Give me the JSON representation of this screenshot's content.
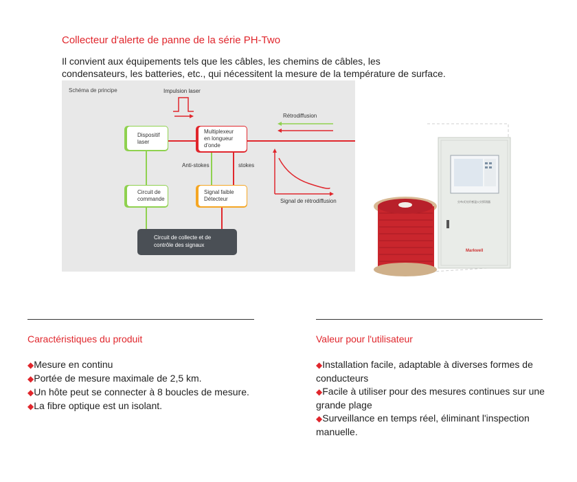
{
  "header": {
    "title": "Collecteur d'alerte de panne de la série PH-Two",
    "intro": "Il convient aux équipements tels que les câbles, les chemins de câbles, les condensateurs, les batteries, etc., qui nécessitent la mesure de la température de surface."
  },
  "diagram": {
    "caption": "Schéma de principe",
    "pulse_label": "Impulsion laser",
    "laser_line1": "Dispositif",
    "laser_line2": "laser",
    "mux_line1": "Multiplexeur",
    "mux_line2": "en longueur",
    "mux_line3": "d'onde",
    "anti_stokes": "Anti-stokes",
    "stokes": "stokes",
    "backscatter_label": "Rétrodiffusion",
    "control_line1": "Circuit de",
    "control_line2": "commande",
    "detector_line1": "Signal faible",
    "detector_line2": "Détecteur",
    "signal_label": "Signal de rétrodiffusion",
    "collect_line1": "Circuit de collecte et de",
    "collect_line2": "contrôle des signaux"
  },
  "product": {
    "brand": "Markwell",
    "cabinet_text": "分布式光纤感温火灾探测器"
  },
  "features": {
    "title": "Caractéristiques du produit",
    "bullet": "◆",
    "items": [
      "Mesure en continu",
      "Portée de mesure maximale de 2,5 km.",
      "Un hôte peut se connecter à 8 boucles de mesure.",
      "La fibre optique est un isolant."
    ]
  },
  "value": {
    "title": "Valeur pour l'utilisateur",
    "bullet": "◆",
    "items": [
      "Installation facile, adaptable à diverses formes de conducteurs",
      "Facile à utiliser pour des mesures continues sur une grande plage",
      "Surveillance en temps réel, éliminant l'inspection manuelle."
    ]
  },
  "colors": {
    "accent_red": "#e0262c",
    "green": "#8fd14f",
    "orange": "#f5a623",
    "dark_box": "#4a4f55"
  }
}
